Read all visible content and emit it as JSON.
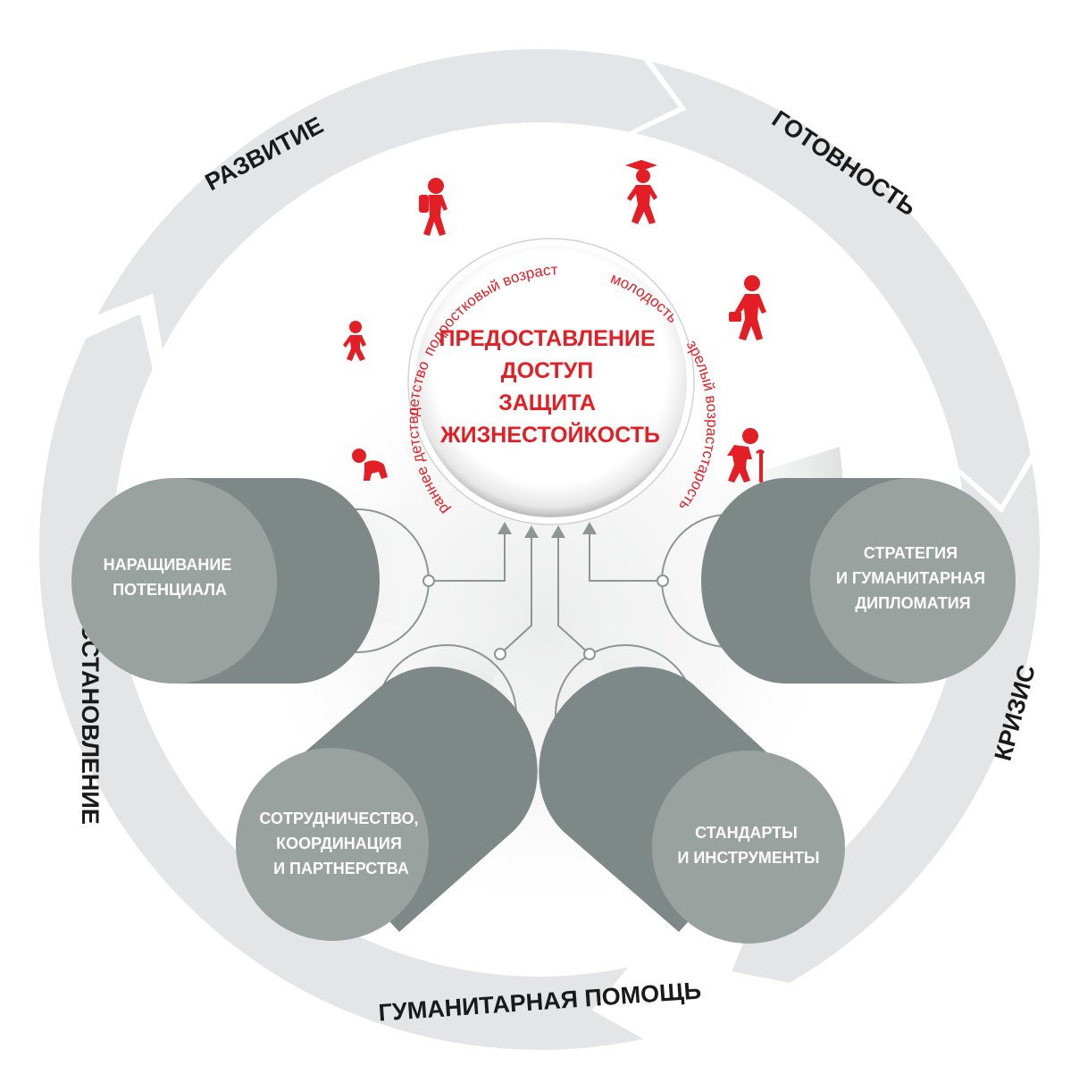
{
  "cycle": {
    "phases": [
      "РАЗВИТИЕ",
      "ГОТОВНОСТЬ",
      "КРИЗИС",
      "ГУМАНИТАРНАЯ ПОМОЩЬ",
      "ВОССТАНОВЛЕНИЕ"
    ],
    "ring_color": "#e4e5e6"
  },
  "life_stages": [
    "раннее детство",
    "детство",
    "подростковый возраст",
    "молодость",
    "зрелый возраст",
    "старость"
  ],
  "person_icons": [
    "crawling-baby-icon",
    "child-icon",
    "teen-backpack-icon",
    "graduate-icon",
    "worker-briefcase-icon",
    "elderly-cane-icon"
  ],
  "center": {
    "lines": [
      "ПРЕДОСТАВЛЕНИЕ",
      "ДОСТУП",
      "ЗАЩИТА",
      "ЖИЗНЕСТОЙКОСТЬ"
    ],
    "color": "#e31e24"
  },
  "pillars": [
    {
      "lines": [
        "НАРАЩИВАНИЕ",
        "ПОТЕНЦИАЛА"
      ]
    },
    {
      "lines": [
        "СОТРУДНИЧЕСТВО,",
        "КООРДИНАЦИЯ",
        "И ПАРТНЕРСТВА"
      ]
    },
    {
      "lines": [
        "СТАНДАРТЫ",
        "И ИНСТРУМЕНТЫ"
      ]
    },
    {
      "lines": [
        "СТРАТЕГИЯ",
        "И ГУМАНИТАРНАЯ",
        "ДИПЛОМАТИЯ"
      ]
    }
  ],
  "colors": {
    "pillar_dark": "#7e8987",
    "pillar_light": "#9aa2a0",
    "accent_red": "#e31e24"
  }
}
